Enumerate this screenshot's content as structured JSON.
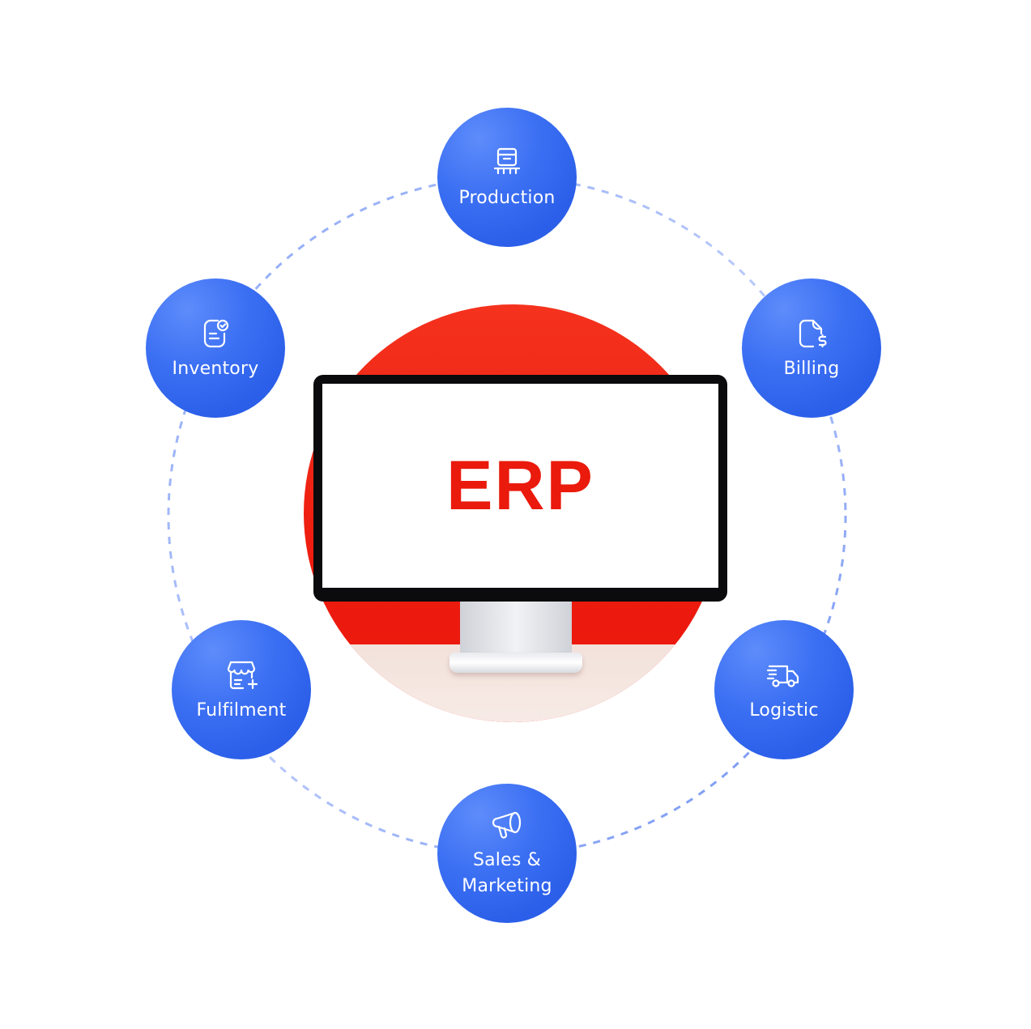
{
  "center": {
    "label": "ERP"
  },
  "colors": {
    "node_blue": "#2b5fe9",
    "accent_red": "#ea1a0c",
    "ring_dash": "#8aa6f5"
  },
  "modules": [
    {
      "id": "production",
      "label": "Production",
      "icon": "conveyor-box-icon"
    },
    {
      "id": "billing",
      "label": "Billing",
      "icon": "invoice-dollar-icon"
    },
    {
      "id": "logistic",
      "label": "Logistic",
      "icon": "delivery-truck-icon"
    },
    {
      "id": "sales",
      "label_line1": "Sales &",
      "label_line2": "Marketing",
      "icon": "megaphone-icon"
    },
    {
      "id": "fulfilment",
      "label": "Fulfilment",
      "icon": "store-add-icon"
    },
    {
      "id": "inventory",
      "label": "Inventory",
      "icon": "clipboard-check-icon"
    }
  ]
}
